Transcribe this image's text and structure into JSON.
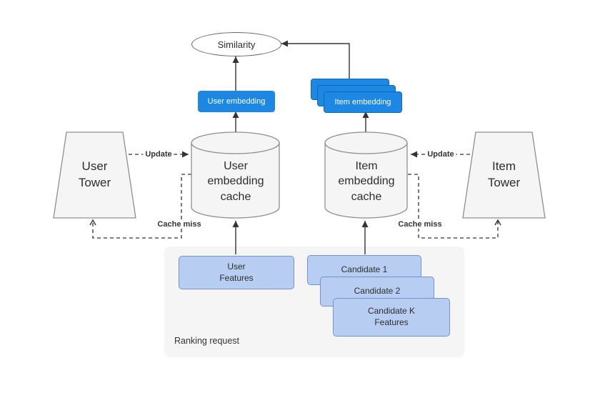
{
  "diagram": {
    "nodes": {
      "similarity": "Similarity",
      "user_embedding_badge": "User embedding",
      "item_embedding_badge": "Item embedding",
      "user_cache": "User embedding cache",
      "item_cache": "Item embedding cache",
      "user_tower": "User Tower",
      "item_tower": "Item Tower",
      "user_features": "User Features",
      "candidate_1": "Candidate 1",
      "candidate_2": "Candidate 2",
      "candidate_k": "Candidate K Features",
      "ranking_request": "Ranking request"
    },
    "edge_labels": {
      "update_left": "Update",
      "update_right": "Update",
      "cache_miss_left": "Cache miss",
      "cache_miss_right": "Cache miss"
    },
    "colors": {
      "accent_blue": "#1d88e4",
      "accent_blue_border": "#1168b8",
      "light_blue_fill": "#b7cef2",
      "light_blue_stroke": "#7593ce",
      "shape_fill": "#f5f5f5",
      "shape_stroke": "#8f8f8f",
      "container_fill": "#f5f5f6",
      "connector": "#333333",
      "text": "#2d2d2d"
    }
  }
}
